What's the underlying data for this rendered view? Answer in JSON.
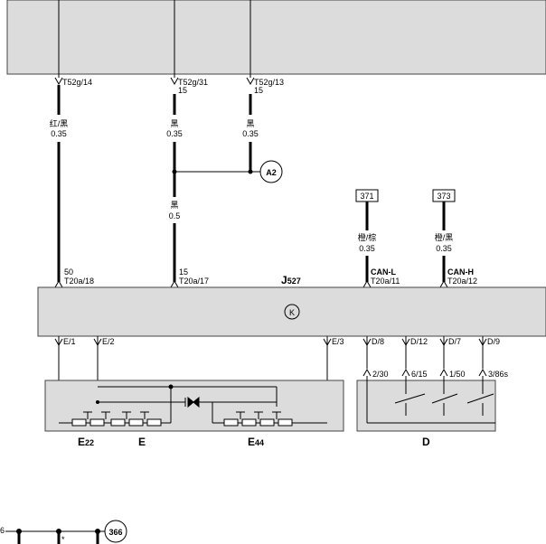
{
  "top_connectors": [
    {
      "id": "T52g/14",
      "sub": ""
    },
    {
      "id": "T52g/31",
      "sub": "15"
    },
    {
      "id": "T52g/13",
      "sub": "15"
    }
  ],
  "wires": {
    "w1": {
      "color": "红/黑",
      "size": "0.35"
    },
    "w2": {
      "color": "黑",
      "size": "0.35"
    },
    "w3": {
      "color": "黑",
      "size": "0.35"
    },
    "w4": {
      "color": "黑",
      "size": "0.5"
    },
    "w5": {
      "color": "橙/棕",
      "size": "0.35"
    },
    "w6": {
      "color": "橙/黑",
      "size": "0.35"
    }
  },
  "ground_ref": "A2",
  "ref_boxes": [
    "371",
    "373"
  ],
  "bus_labels": {
    "can_l": "CAN-L",
    "can_h": "CAN-H"
  },
  "module_pins": [
    {
      "num": "50",
      "pin": "T20a/18"
    },
    {
      "num": "15",
      "pin": "T20a/17"
    },
    {
      "num": "",
      "pin": "T20a/11"
    },
    {
      "num": "",
      "pin": "T20a/12"
    }
  ],
  "module": {
    "code": "J",
    "sub": "527",
    "symbol": "K"
  },
  "lower_pins": [
    "E/1",
    "E/2",
    "E/3",
    "D/8",
    "D/12",
    "D/7",
    "D/9"
  ],
  "d_terminals": [
    "2/30",
    "6/15",
    "1/50",
    "3/86s"
  ],
  "components": {
    "e22": {
      "code": "E",
      "sub": "22"
    },
    "e": "E",
    "e44": {
      "code": "E",
      "sub": "44"
    },
    "d": "D"
  },
  "bottom": {
    "left_num": "6",
    "star": "*",
    "ref": "366"
  }
}
